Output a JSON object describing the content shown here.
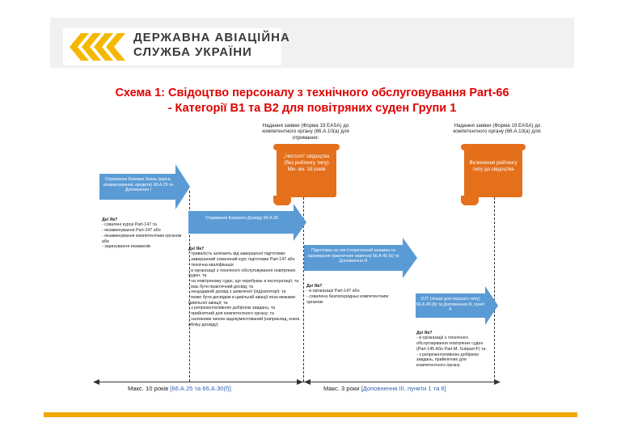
{
  "header": {
    "logo_line1": "ДЕРЖАВНА АВІАЦІЙНА",
    "logo_line2": "СЛУЖБА УКРАЇНИ"
  },
  "title": {
    "line1": "Схема 1: Свідоцтво персоналу з технічного обслуговування Part-66",
    "line2": "- Категорії В1 та В2 для повітряних суден Групи 1"
  },
  "applications": {
    "first": "Надання заявки (Форма 19 EASA) до компетентного органу   (66.А.10(a) для отримання:",
    "second": "Надання заявки (Форма 19 EASA) до компетентного органу   (66.А.10(a) для:"
  },
  "scrolls": {
    "clean_license": "„Чистого\" свідоцтва (без рейтингу типу) Мін. вік: 18 років",
    "type_rating": "Включення рейтингу типу до свідоцтва"
  },
  "arrows": {
    "basic_knowledge": "Отримання Базових Знань (курси, екзаменування, кредити) 66.А.25 та Доповнення I",
    "basic_experience": "Отримання Базового Досвіду 66.А.30",
    "type_training": "Підготовка на тип (теоретичний екзамен та оцінювання практичних навичок) 66.А.45 (b) та Доповнення III",
    "ojt": "OJT (тільки для першого типу) 66.А.45 (b) та Доповнення III, пункт 6"
  },
  "notes": {
    "knowledge": {
      "heading": "Де/ Як?",
      "text": "- схвалені курси Part-147 та\n- екзаменування Part-147 або\n- екзаменування компетентним органом або\n- зарахування екзаменів"
    },
    "experience": {
      "heading": "Де/ Як?",
      "text": "- тривалість залежить від завершеної підготовки:\n        - завершений схвалений курс підготовки Part-147  або\n        - технічна кваліфікація\n- в організації з технічного обслуговування повітряних суден; та\n- на повітряному судні, що перебуває в експлуатації; та\n- має бути практичний досвід; та\n- нещодавній досвід з заявленої (під)категорії; та\n- може бути досвідом в цивільній авіації поза межами цивільної авіації; та\n- з репрезентативною добірною завдань; та\n- прийнятний для компетентного органу; та\n- належним чином задокументований (наприклад, книга обліку досвіду)"
    },
    "type_training": {
      "heading": "Де/ Як?",
      "text": "- в організації Part-147 або\n- схвалена безпосередньо компетентним органом"
    },
    "ojt": {
      "heading": "Де/ Як?",
      "text": "- в організації з технічного обслуговування повітряних суден (Part-145 Або Part-M, Subpart-F) та\n- з репрезентативною добіркою завдань, прийнятних для компетентного органу"
    }
  },
  "timeline": {
    "max_10": "Макс. 10 років",
    "max_10_ref": "[66.А.25 та 66.А.30(f)]",
    "max_3": "Макс. 3 роки",
    "max_3_ref": "[Доповнення III, пункти 1 та 6]"
  },
  "colors": {
    "arrow_blue": "#5b9bd5",
    "scroll_orange": "#e4701c",
    "title_red": "#e00000",
    "footer_yellow": "#f2a800",
    "logo_yellow": "#f5b800"
  }
}
